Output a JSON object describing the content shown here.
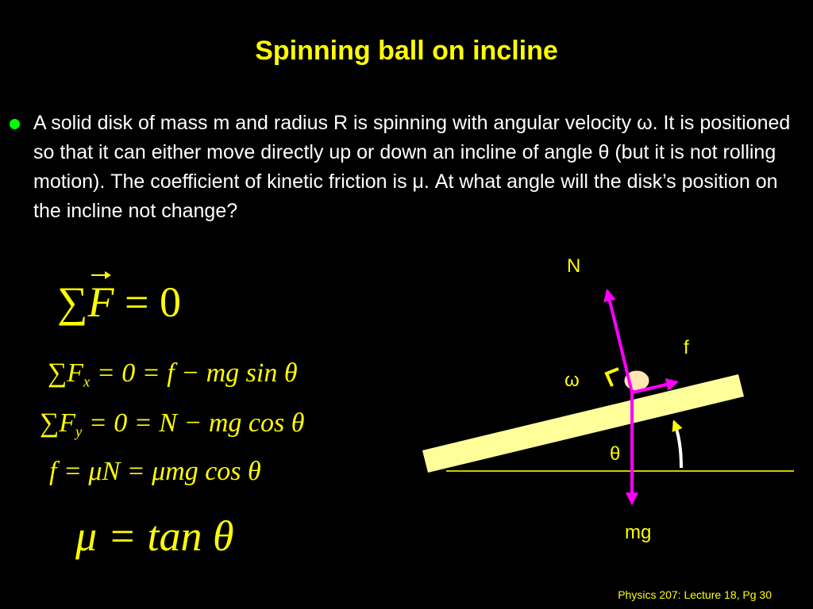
{
  "slide": {
    "title": "Spinning ball on incline",
    "bullet": "A solid disk of mass m and radius R is spinning with angular velocity ω. It is positioned so that it can either move directly up or down an incline of angle θ (but it is not rolling motion).  The coefficient of kinetic friction is μ.  At what angle will the disk’s position on the incline not change?"
  },
  "equations": {
    "eq1": {
      "sum": "∑",
      "F": "F",
      "rest": " = 0"
    },
    "eq2": {
      "lhs": "∑F",
      "sub": "x",
      "rhs": " = 0 = f − mg sin θ"
    },
    "eq3": {
      "lhs": "∑F",
      "sub": "y",
      "rhs": " = 0 = N − mg cos θ"
    },
    "eq4": {
      "text": "f = μN = μmg cos θ"
    },
    "eq5": {
      "text": "μ = tan θ"
    }
  },
  "diagram": {
    "labels": {
      "normal": "N",
      "friction": "f",
      "omega": "ω",
      "theta": "θ",
      "weight": "mg"
    },
    "colors": {
      "incline": "#ffff99",
      "force_arrows": "#ff00ff",
      "ground_line": "#cccc00",
      "ball": "#ffe6b3"
    }
  },
  "footer": {
    "text": "Physics 207: Lecture 18, Pg 30"
  }
}
